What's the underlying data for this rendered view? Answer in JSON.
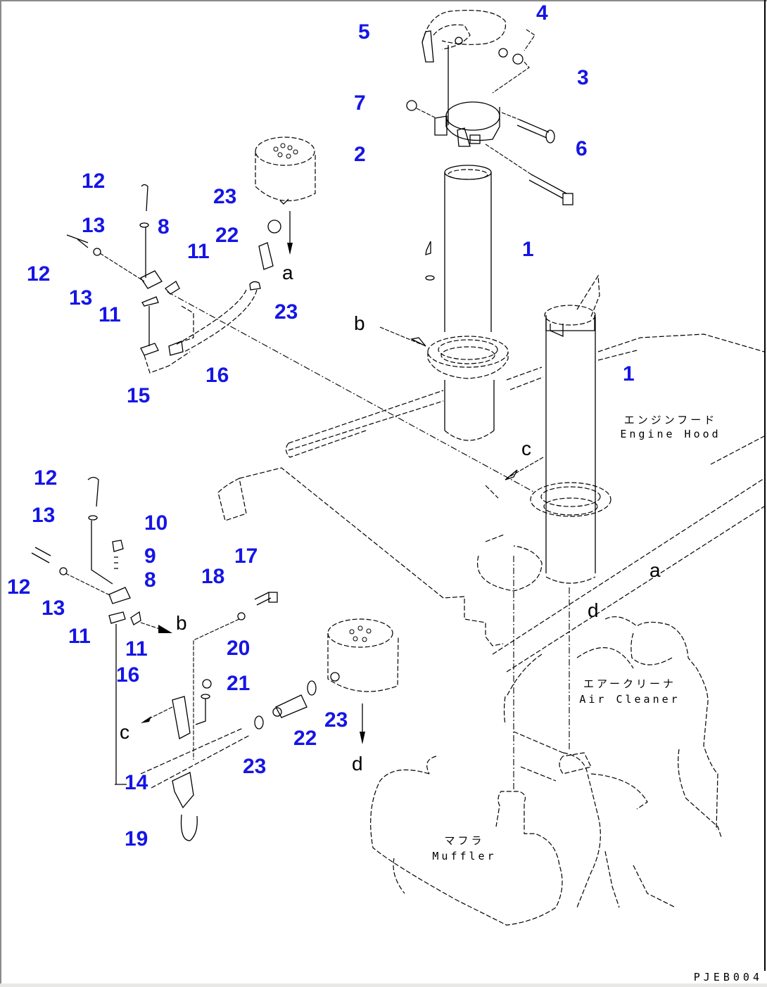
{
  "drawing": {
    "code": "PJEB004",
    "callout_color": "#1515e6",
    "callouts": [
      {
        "id": "c5",
        "text": "5"
      },
      {
        "id": "c4",
        "text": "4"
      },
      {
        "id": "c3",
        "text": "3"
      },
      {
        "id": "c7",
        "text": "7"
      },
      {
        "id": "c2",
        "text": "2"
      },
      {
        "id": "c6",
        "text": "6"
      },
      {
        "id": "c1a",
        "text": "1"
      },
      {
        "id": "c1b",
        "text": "1"
      },
      {
        "id": "c12a",
        "text": "12"
      },
      {
        "id": "c13a",
        "text": "13"
      },
      {
        "id": "c8a",
        "text": "8"
      },
      {
        "id": "c12b",
        "text": "12"
      },
      {
        "id": "c13b",
        "text": "13"
      },
      {
        "id": "c11a",
        "text": "11"
      },
      {
        "id": "c11b",
        "text": "11"
      },
      {
        "id": "c15",
        "text": "15"
      },
      {
        "id": "c16a",
        "text": "16"
      },
      {
        "id": "c23a",
        "text": "23"
      },
      {
        "id": "c22a",
        "text": "22"
      },
      {
        "id": "c23b",
        "text": "23"
      },
      {
        "id": "c12c",
        "text": "12"
      },
      {
        "id": "c13c",
        "text": "13"
      },
      {
        "id": "c10",
        "text": "10"
      },
      {
        "id": "c9",
        "text": "9"
      },
      {
        "id": "c8b",
        "text": "8"
      },
      {
        "id": "c12d",
        "text": "12"
      },
      {
        "id": "c13d",
        "text": "13"
      },
      {
        "id": "c11c",
        "text": "11"
      },
      {
        "id": "c11d",
        "text": "11"
      },
      {
        "id": "c16b",
        "text": "16"
      },
      {
        "id": "c17",
        "text": "17"
      },
      {
        "id": "c18",
        "text": "18"
      },
      {
        "id": "c20",
        "text": "20"
      },
      {
        "id": "c21",
        "text": "21"
      },
      {
        "id": "c22b",
        "text": "22"
      },
      {
        "id": "c23c",
        "text": "23"
      },
      {
        "id": "c23d",
        "text": "23"
      },
      {
        "id": "c14",
        "text": "14"
      },
      {
        "id": "c19",
        "text": "19"
      }
    ],
    "reference_letters": {
      "a1": "a",
      "a2": "a",
      "b1": "b",
      "b2": "b",
      "c1": "c",
      "c2": "c",
      "d1": "d",
      "d2": "d"
    },
    "labels": {
      "engine_hood_jp": "エンジンフード",
      "engine_hood_en": "Engine Hood",
      "air_cleaner_jp": "エアークリーナ",
      "air_cleaner_en": "Air Cleaner",
      "muffler_jp": "マフラ",
      "muffler_en": "Muffler"
    }
  }
}
